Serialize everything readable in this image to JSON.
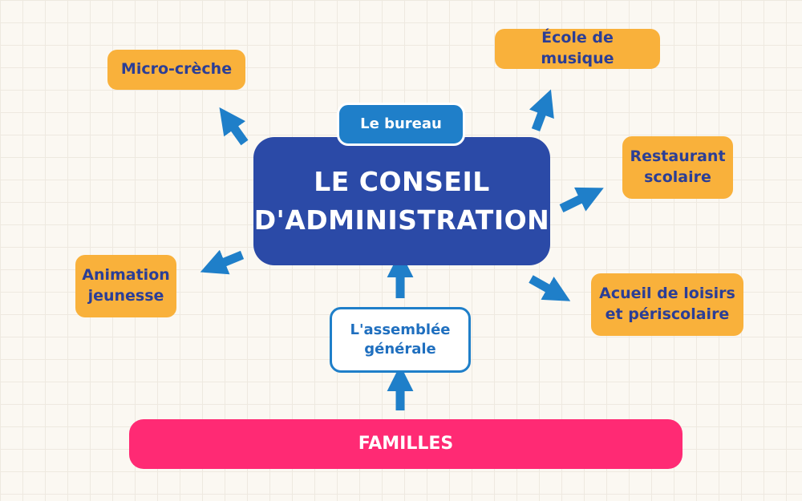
{
  "council": {
    "line1": "LE CONSEIL",
    "line2": "D'ADMINISTRATION"
  },
  "bureau": "Le bureau",
  "assembly": {
    "line1": "L'assemblée",
    "line2": "générale"
  },
  "familles": "FAMILLES",
  "services": {
    "micro_creche": "Micro-crèche",
    "ecole_musique": "École de musique",
    "restaurant": {
      "line1": "Restaurant",
      "line2": "scolaire"
    },
    "animation": {
      "line1": "Animation",
      "line2": "jeunesse"
    },
    "accueil": {
      "line1": "Acueil de loisirs",
      "line2": "et périscolaire"
    }
  },
  "colors": {
    "background": "#fbf8f2",
    "council": "#2b4aa7",
    "bureau": "#1f7fc9",
    "service": "#f9b13b",
    "service_text": "#2b3e96",
    "familles": "#ff2a74",
    "arrow": "#1f7fc9"
  }
}
